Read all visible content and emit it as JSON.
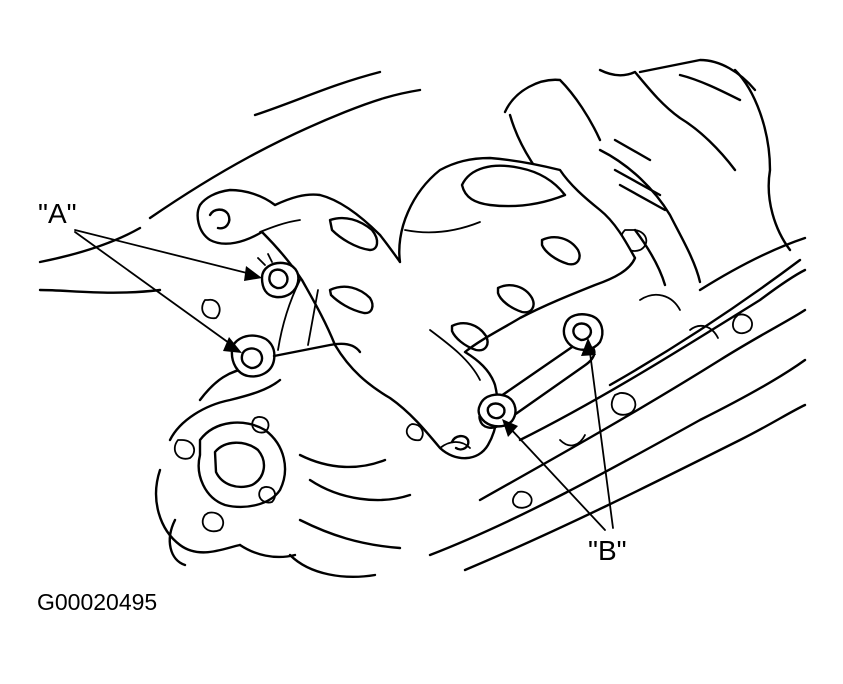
{
  "labels": {
    "a": "\"A\"",
    "b": "\"B\""
  },
  "figure_code": "G00020495",
  "callouts": [
    {
      "label": "\"A\"",
      "target": "upper bracket bolt"
    },
    {
      "label": "\"A\"",
      "target": "lower bracket bolt"
    },
    {
      "label": "\"B\"",
      "target": "stay rod bolt"
    },
    {
      "label": "\"B\"",
      "target": "stay rod nut"
    }
  ]
}
